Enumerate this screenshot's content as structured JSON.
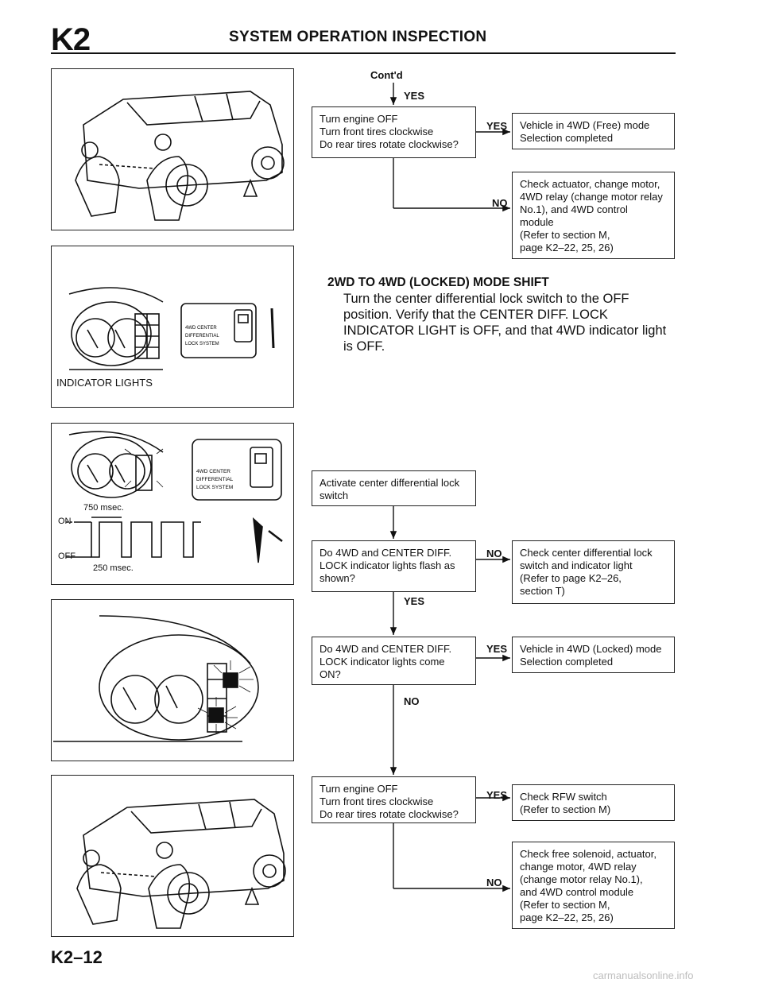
{
  "header": {
    "section": "K2",
    "title": "SYSTEM OPERATION INSPECTION"
  },
  "flow_top": {
    "contd": "Cont'd",
    "yes_in": "YES",
    "q_box": "Turn engine OFF\nTurn front tires clockwise\nDo rear tires rotate clockwise?",
    "yes_label": "YES",
    "yes_box": "Vehicle in 4WD (Free) mode\nSelection completed",
    "no_label": "NO",
    "no_box": "Check actuator, change motor,\n4WD relay (change motor relay\nNo.1), and 4WD control\nmodule\n(Refer to section M,\npage K2–22, 25, 26)"
  },
  "section2": {
    "heading": "2WD TO 4WD (LOCKED) MODE SHIFT",
    "body": "Turn the center differential lock switch to the OFF position. Verify that the CENTER DIFF. LOCK INDICATOR LIGHT is OFF, and that 4WD indicator light is OFF."
  },
  "panels": {
    "indicator_caption": "INDICATOR LIGHTS",
    "switch_text": [
      "4WD CENTER",
      "DIFFERENTIAL",
      "LOCK SYSTEM"
    ],
    "timing_750": "750 msec.",
    "timing_on": "ON",
    "timing_off": "OFF",
    "timing_250": "250 msec."
  },
  "flow_bottom": {
    "b1": "Activate center differential lock\nswitch",
    "q1": "Do 4WD and CENTER DIFF.\nLOCK indicator lights flash as\nshown?",
    "q1_no_label": "NO",
    "q1_no_box": "Check center differential lock\nswitch and indicator light\n(Refer to page K2–26,\nsection T)",
    "q1_yes_label": "YES",
    "q2": "Do 4WD and CENTER DIFF.\nLOCK indicator lights come\nON?",
    "q2_yes_label": "YES",
    "q2_yes_box": "Vehicle in 4WD (Locked) mode\nSelection completed",
    "q2_no_label": "NO",
    "q3": "Turn engine OFF\nTurn front tires clockwise\nDo rear tires rotate clockwise?",
    "q3_yes_label": "YES",
    "q3_yes_box": "Check RFW switch\n(Refer to section M)",
    "q3_no_label": "NO",
    "q3_no_box": "Check free solenoid, actuator,\nchange motor, 4WD relay\n(change motor relay No.1),\nand 4WD control module\n(Refer to section M,\npage K2–22, 25, 26)"
  },
  "footer": {
    "page": "K2–12",
    "watermark": "carmanualsonline.info"
  }
}
